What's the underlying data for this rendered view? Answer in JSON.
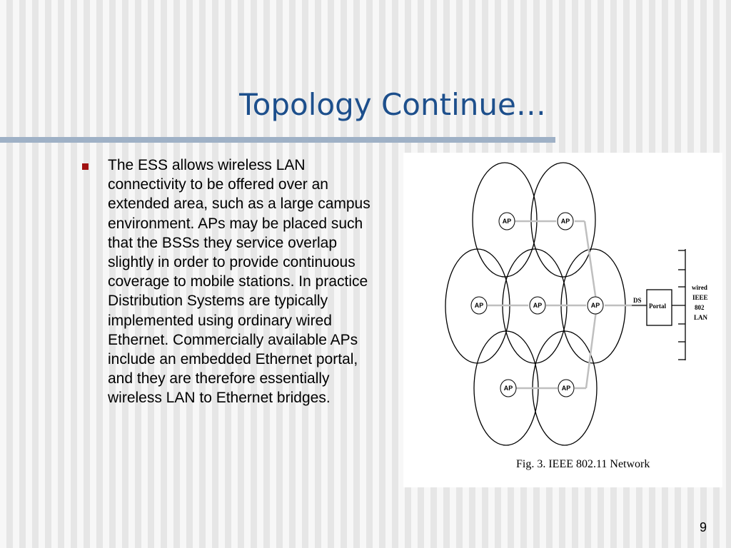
{
  "slide": {
    "title": "Topology Continue…",
    "bullet": "The ESS allows wireless LAN connectivity to be offered over an extended area, such as a large campus environment. APs may be placed such that the BSSs they service overlap slightly in order to provide continuous coverage to mobile stations. In practice Distribution Systems are typically implemented using ordinary wired Ethernet. Commercially available APs include an embedded Ethernet portal, and they are therefore essentially wireless LAN to Ethernet bridges.",
    "page_number": "9"
  },
  "figure": {
    "ap_label": "AP",
    "ds_label": "DS",
    "portal_label": "Portal",
    "lan_labels": [
      "wired",
      "IEEE",
      "802",
      "LAN"
    ],
    "caption": "Fig. 3.  IEEE 802.11 Network"
  }
}
